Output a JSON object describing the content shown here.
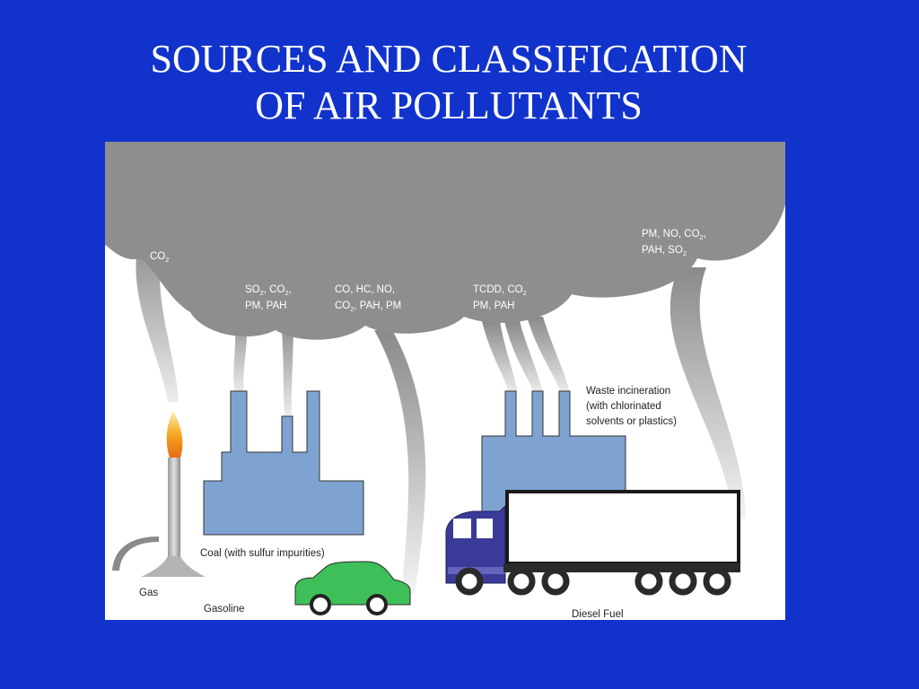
{
  "title": {
    "line1": "SOURCES AND CLASSIFICATION",
    "line2": "OF AIR POLLUTANTS"
  },
  "diagram": {
    "cloud_labels": {
      "gas": [
        "CO",
        "2"
      ],
      "coal": {
        "line1": [
          "SO",
          "2",
          ", CO",
          "2",
          ","
        ],
        "line2": "PM, PAH"
      },
      "gasoline": {
        "line1": "CO, HC, NO,",
        "line2": [
          "CO",
          "2",
          ", PAH, PM"
        ]
      },
      "incineration": {
        "line1": [
          "TCDD, CO",
          "2"
        ],
        "line2": "PM, PAH"
      },
      "diesel": {
        "line1": [
          "PM, NO, CO",
          "2",
          ","
        ],
        "line2": [
          "PAH, SO",
          "2"
        ]
      }
    },
    "source_labels": {
      "gas": "Gas",
      "coal": "Coal (with sulfur impurities)",
      "gasoline": "Gasoline",
      "waste": [
        "Waste incineration",
        "(with chlorinated",
        "solvents or plastics)"
      ],
      "diesel": "Diesel Fuel"
    },
    "colors": {
      "cloud": "#8c8c8c",
      "factory": "#7fa3d1",
      "car": "#3fbf5a",
      "truck_cab": "#3a3a99",
      "wheel": "#888888",
      "flame": "#f5a623"
    }
  }
}
